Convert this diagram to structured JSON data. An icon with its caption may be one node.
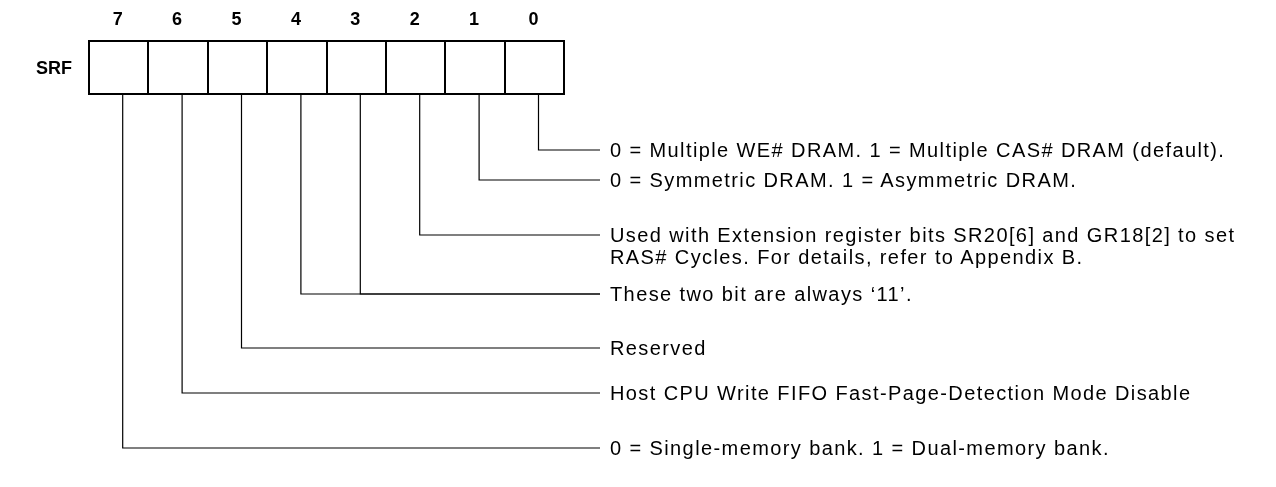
{
  "diagram": {
    "nodes": [
      {
        "text": [],
        "shape": "box"
      },
      {
        "text": [],
        "shape": "box"
      },
      {
        "text": [],
        "shape": "box"
      },
      {
        "text": [],
        "shape": "box"
      },
      {
        "text": [],
        "shape": "box"
      },
      {
        "text": [],
        "shape": "box"
      },
      {
        "text": [],
        "shape": "box"
      },
      {
        "text": [],
        "shape": "box"
      },
      {
        "text": [
          "0 = Multiple WE# DRAM. 1 = Multiple CAS# DRAM (default)."
        ]
      },
      {
        "text": [
          "0 = Symmetric DRAM. 1 = Asymmetric DRAM."
        ]
      },
      {
        "text": [
          "Used with Extension register bits SR20[6] and GR18[2] to set RAS# Cycles. For details, refer to Appendix B."
        ]
      },
      {
        "text": [
          "These two bit are always ‘11’."
        ]
      },
      {
        "text": [
          "Reserved"
        ]
      },
      {
        "text": [
          "Host CPU Write FIFO Fast-Page-Detection Mode Disable"
        ]
      },
      {
        "text": [
          "0 = Single-memory bank. 1 = Dual-memory bank."
        ]
      }
    ],
    "edges": [
      {
        "from": 8,
        "to": 7,
        "arrow": "none"
      },
      {
        "from": 9,
        "to": 6,
        "arrow": "none"
      },
      {
        "from": 10,
        "to": 5,
        "arrow": "none"
      },
      {
        "from": 11,
        "to": 4,
        "arrow": "none"
      },
      {
        "from": 11,
        "to": 3,
        "arrow": "none"
      },
      {
        "from": 12,
        "to": 2,
        "arrow": "none"
      },
      {
        "from": 13,
        "to": 1,
        "arrow": "none"
      },
      {
        "from": 14,
        "to": 0,
        "arrow": "none"
      }
    ],
    "labels": [
      "7",
      "6",
      "5",
      "4",
      "3",
      "2",
      "1",
      "0",
      "SRF"
    ]
  }
}
